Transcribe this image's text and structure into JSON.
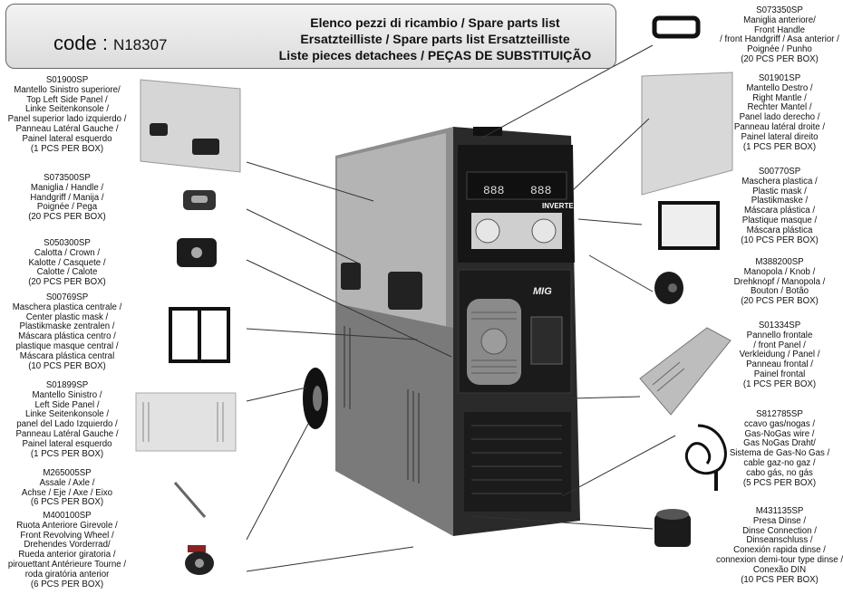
{
  "header": {
    "code_label": "code :",
    "code_value": "N18307",
    "title_lines": [
      "Elenco pezzi di ricambio / Spare parts list",
      "Ersatzteilliste / Spare parts list Ersatzteilliste",
      "Liste pieces detachees / PEÇAS DE SUBSTITUIÇÃO"
    ]
  },
  "left_parts": [
    {
      "code": "S01900SP",
      "lines": [
        "Mantello Sinistro superiore/",
        "Top Left Side Panel /",
        "Linke Seitenkonsole /",
        "Panel superior lado izquierdo /",
        "Panneau Latéral Gauche /",
        "Painel lateral esquerdo",
        "(1 PCS PER BOX)"
      ]
    },
    {
      "code": "S073500SP",
      "lines": [
        "Maniglia / Handle /",
        "Handgriff / Manija /",
        "Poignée / Pega",
        "(20 PCS PER BOX)"
      ]
    },
    {
      "code": "S050300SP",
      "lines": [
        "Calotta / Crown /",
        "Kalotte / Casquete /",
        "Calotte / Calote",
        "(20 PCS PER BOX)"
      ]
    },
    {
      "code": "S00769SP",
      "lines": [
        "Maschera plastica centrale /",
        "Center plastic mask /",
        "Plastikmaske zentralen /",
        "Máscara plástica centro /",
        "plastique masque central /",
        "Máscara plástica central",
        "(10 PCS PER BOX)"
      ]
    },
    {
      "code": "S01899SP",
      "lines": [
        "Mantello Sinistro /",
        "Left Side Panel /",
        "Linke Seitenkonsole /",
        "panel del Lado Izquierdo /",
        "Panneau Latéral Gauche /",
        "Painel lateral esquerdo",
        "(1 PCS PER BOX)"
      ]
    },
    {
      "code": "M265005SP",
      "lines": [
        "Assale / Axle /",
        "Achse / Eje / Axe / Eixo",
        "(6 PCS PER BOX)"
      ]
    },
    {
      "code": "M400100SP",
      "lines": [
        "Ruota Anteriore Girevole /",
        "Front Revolving Wheel /",
        "Drehendes Vorderrad/",
        "Rueda anterior giratoria /",
        "pirouettant Antérieure Tourne /",
        "roda giratória anterior",
        "(6 PCS PER BOX)"
      ]
    }
  ],
  "right_parts": [
    {
      "code": "S073350SP",
      "lines": [
        "Maniglia anteriore/",
        "Front Handle",
        "/ front Handgriff / Asa anterior /",
        "Poignée / Punho",
        "(20 PCS PER BOX)"
      ]
    },
    {
      "code": "S01901SP",
      "lines": [
        "Mantello Destro /",
        "Right Mantle /",
        "Rechter Mantel /",
        "Panel lado derecho /",
        "Panneau latéral droite /",
        "Painel lateral direito",
        "(1 PCS PER BOX)"
      ]
    },
    {
      "code": "S00770SP",
      "lines": [
        "Maschera plastica /",
        "Plastic mask /",
        "Plastikmaske /",
        "Máscara plástica /",
        "Plastique masque /",
        "Máscara plástica",
        "(10 PCS PER BOX)"
      ]
    },
    {
      "code": "M388200SP",
      "lines": [
        "Manopola / Knob /",
        "Drehknopf / Manopola /",
        "Bouton / Botão",
        "(20 PCS PER BOX)"
      ]
    },
    {
      "code": "S01334SP",
      "lines": [
        "Pannello frontale",
        "/ front Panel /",
        "Verkleidung / Panel /",
        "Panneau frontal /",
        "Painel frontal",
        "(1 PCS PER BOX)"
      ]
    },
    {
      "code": "S812785SP",
      "lines": [
        "ccavo gas/nogas /",
        "Gas-NoGas wire /",
        "Gas NoGas Draht/",
        "Sistema de Gas-No Gas /",
        "cable gaz-no gaz /",
        "cabo gás, no gás",
        "(5 PCS PER BOX)"
      ]
    },
    {
      "code": "M431135SP",
      "lines": [
        "Presa Dinse /",
        "Dinse Connection /",
        "Dinseanschluss /",
        "Conexión rapida dinse /",
        "connexion demi-tour type dinse /",
        "Conexão DIN",
        "(10 PCS PER BOX)"
      ]
    }
  ],
  "machine": {
    "brand_label": "INVERTER",
    "mig_label": "MIG",
    "display_left": "888",
    "display_right": "888"
  },
  "colors": {
    "body": "#5e5e5e",
    "front": "#1f1f1f",
    "panel": "#a6a6a6"
  }
}
